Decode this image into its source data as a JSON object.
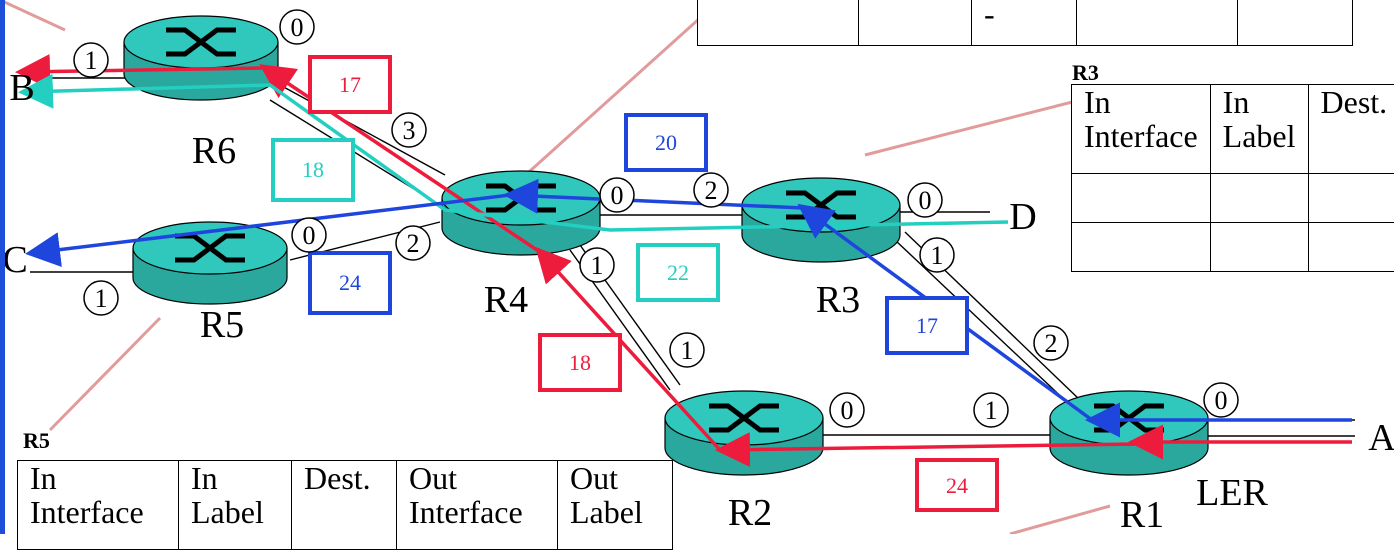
{
  "routers": {
    "r1": "R1",
    "r2": "R2",
    "r3": "R3",
    "r4": "R4",
    "r5": "R5",
    "r6": "R6",
    "ler": "LER"
  },
  "hosts": {
    "a": "A",
    "b": "B",
    "c": "C",
    "d": "D"
  },
  "ports": {
    "r6_0": "0",
    "r6_1": "1",
    "r6_3": "3",
    "r4_0": "0",
    "r4_1": "1",
    "r4_2": "2",
    "r3_0": "0",
    "r3_1": "1",
    "r3_2": "2",
    "r5_0": "0",
    "r5_1": "1",
    "r2_0": "0",
    "r2_1": "1",
    "r1_0": "0",
    "r1_1": "1",
    "r1_2": "2"
  },
  "labels": {
    "red_r6": "17",
    "red_r4": "18",
    "red_r1": "24",
    "cyan_r6": "18",
    "cyan_r3": "22",
    "blue_r4": "20",
    "blue_r1": "17",
    "blue_r5": "24"
  },
  "colors": {
    "red": "#ee1c3c",
    "cyan": "#22cfc0",
    "blue": "#1e46dd",
    "router": "#30c8bc"
  },
  "top_table": {
    "cells": [
      "",
      "",
      "-",
      "",
      ""
    ]
  },
  "r3_table": {
    "caption": "R3",
    "headers": [
      "In Interface",
      "In Label",
      "Dest."
    ],
    "rows": [
      [
        "",
        "",
        ""
      ],
      [
        "",
        "",
        ""
      ]
    ]
  },
  "r5_table": {
    "caption": "R5",
    "headers": [
      "In Interface",
      "In Label",
      "Dest.",
      "Out Interface",
      "Out Label"
    ]
  }
}
